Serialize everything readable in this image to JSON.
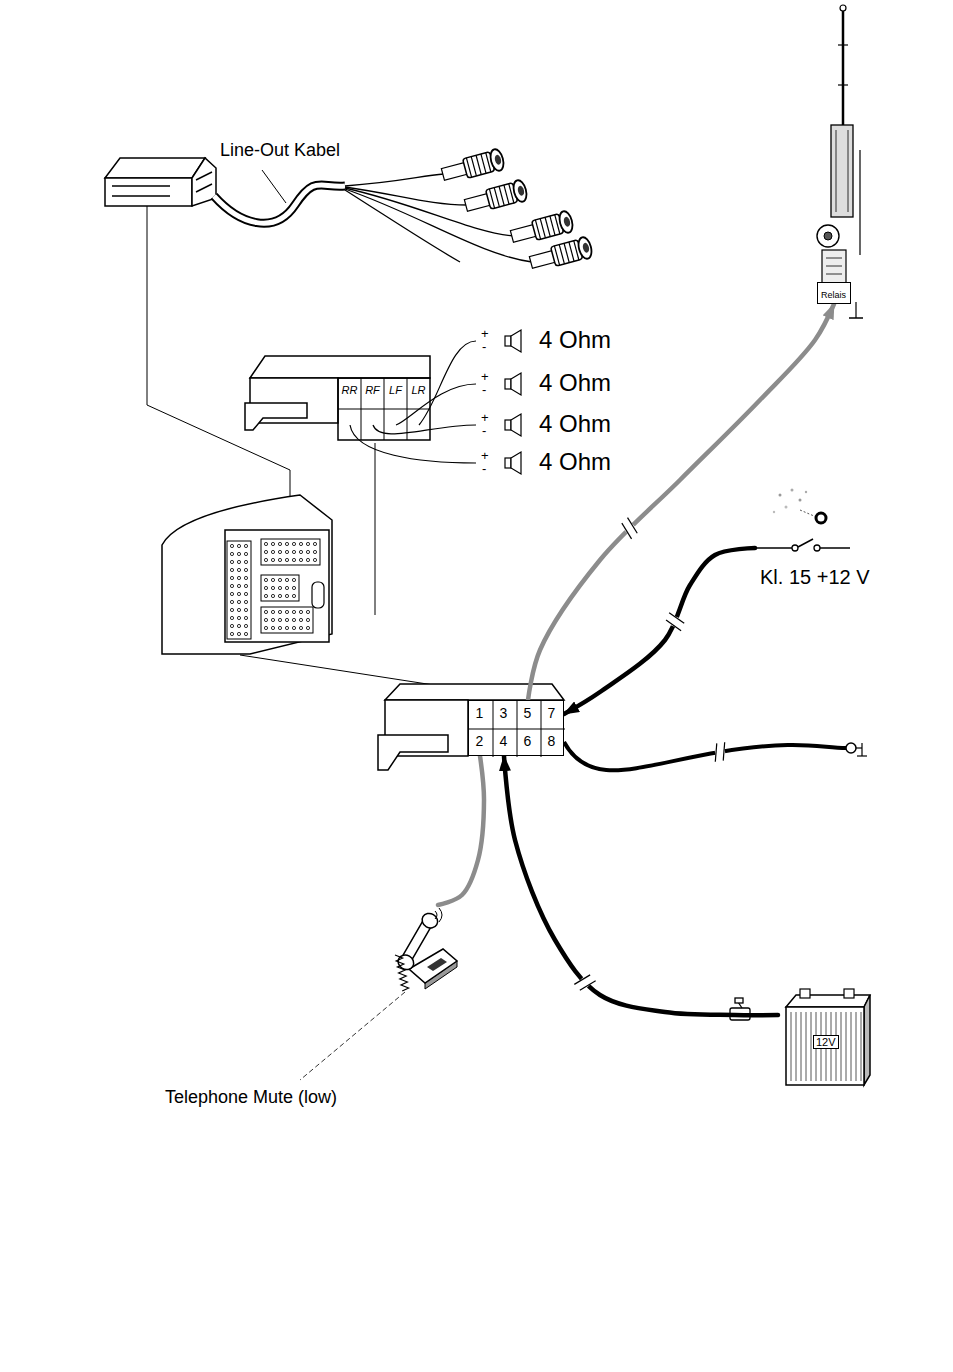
{
  "diagram": {
    "nodes": [
      {
        "text": [
          "Relais"
        ]
      },
      {
        "text": [
          "RR",
          "RF",
          "LF",
          "LR"
        ]
      },
      {
        "text": [
          "Kl. 15 +12 V"
        ]
      },
      {
        "text": [
          "1",
          "3",
          "5",
          "7",
          "2",
          "4",
          "6",
          "8"
        ]
      },
      {
        "text": [
          "Telephone Mute (low)"
        ]
      },
      {
        "text": [
          "12V"
        ]
      }
    ],
    "edges": [
      {
        "from": 3,
        "to": 0,
        "arrow": "to"
      },
      {
        "from": 2,
        "to": 3,
        "arrow": "to"
      },
      {
        "from": 5,
        "to": 3,
        "arrow": "to"
      },
      {
        "from": 3,
        "to": 4,
        "arrow": "none"
      }
    ],
    "labels": [
      "Line-Out Kabel",
      "+",
      "-",
      "4 Ohm",
      "+",
      "-",
      "4 Ohm",
      "+",
      "-",
      "4 Ohm",
      "+",
      "-",
      "4 Ohm"
    ]
  }
}
